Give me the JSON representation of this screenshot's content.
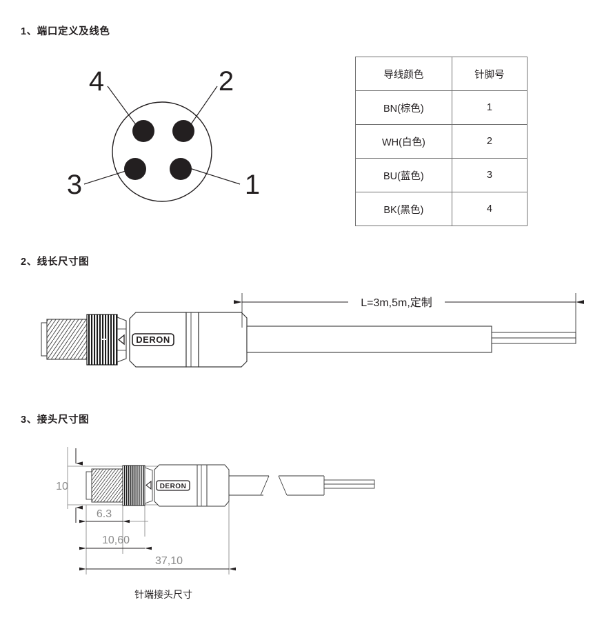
{
  "sections": {
    "s1_title": "1、端口定义及线色",
    "s2_title": "2、线长尺寸图",
    "s3_title": "3、接头尺寸图"
  },
  "pinout": {
    "labels": {
      "p4": "4",
      "p2": "2",
      "p3": "3",
      "p1": "1"
    }
  },
  "table": {
    "headers": [
      "导线颜色",
      "针脚号"
    ],
    "rows": [
      {
        "color": "BN(棕色)",
        "pin": "1"
      },
      {
        "color": "WH(白色)",
        "pin": "2"
      },
      {
        "color": "BU(蓝色)",
        "pin": "3"
      },
      {
        "color": "BK(黑色)",
        "pin": "4"
      }
    ]
  },
  "cable_drawing": {
    "length_label": "L=3m,5m,定制",
    "brand": "DERON"
  },
  "connector_drawing": {
    "brand": "DERON",
    "dim_height": "10",
    "dim_thread": "6.3",
    "dim_nut": "10,60",
    "dim_total": "37,10",
    "caption": "针端接头尺寸"
  },
  "colors": {
    "ink": "#231f20",
    "line": "#3a3a3a",
    "dim_gray": "#8a8a8a",
    "table_border": "#6f6f6f"
  }
}
